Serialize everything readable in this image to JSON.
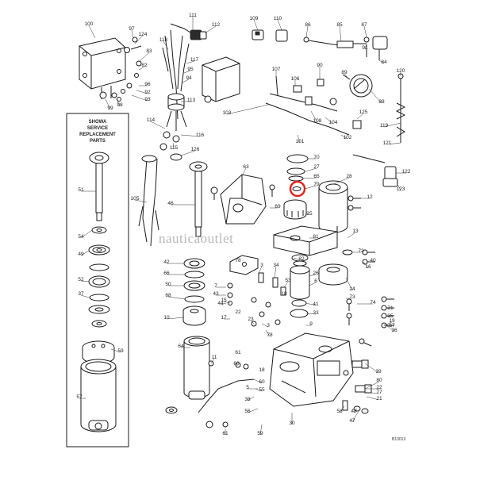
{
  "service_box": {
    "lines": [
      "SHOWA",
      "SERVICE",
      "REPLACEMENT",
      "PARTS"
    ]
  },
  "watermark": "nauticaoutlet",
  "drawing_code": "B13013",
  "highlight_color": "#e0231c",
  "highlight_part": "79",
  "part_numbers": [
    "111",
    "112",
    "109",
    "110",
    "86",
    "85",
    "87",
    "100",
    "97",
    "124",
    "83",
    "118",
    "117",
    "95",
    "94",
    "82",
    "91",
    "84",
    "90",
    "120",
    "96",
    "92",
    "93",
    "98",
    "99",
    "107",
    "106",
    "88",
    "113",
    "89",
    "103",
    "108",
    "104",
    "125",
    "114",
    "116",
    "115",
    "101",
    "102",
    "119",
    "121",
    "126",
    "63",
    "70",
    "27",
    "65",
    "79",
    "69",
    "28",
    "12",
    "122",
    "123",
    "51",
    "105",
    "46",
    "25",
    "81",
    "13",
    "54",
    "49",
    "42",
    "66",
    "82",
    "78",
    "72",
    "40",
    "16",
    "7",
    "3",
    "34",
    "52",
    "50",
    "43",
    "68",
    "44",
    "26",
    "6",
    "24",
    "73",
    "74",
    "71",
    "35",
    "36",
    "37",
    "10",
    "53",
    "41",
    "18",
    "33",
    "19",
    "39",
    "77",
    "11",
    "60",
    "60",
    "55",
    "80",
    "22",
    "21",
    "57",
    "59",
    "58",
    "47",
    "48",
    "64",
    "61",
    "59",
    "30",
    "38",
    "56",
    "3",
    "9",
    "67",
    "18",
    "5",
    "61",
    "17",
    "15",
    "22",
    "23",
    "78",
    "47",
    "9",
    "8",
    "59",
    "41"
  ]
}
